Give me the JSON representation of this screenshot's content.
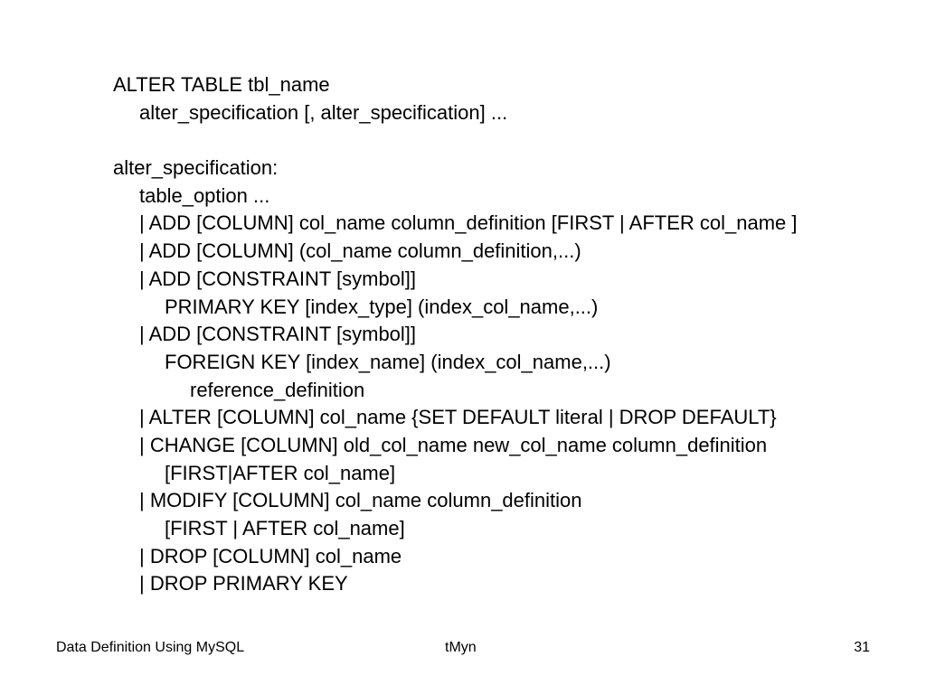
{
  "slide": {
    "lines": [
      "ALTER TABLE tbl_name",
      "alter_specification [, alter_specification] ...",
      "",
      "alter_specification:",
      "table_option ...",
      "| ADD [COLUMN] col_name column_definition [FIRST | AFTER col_name ]",
      "| ADD [COLUMN] (col_name column_definition,...)",
      "| ADD [CONSTRAINT [symbol]]",
      "PRIMARY KEY [index_type] (index_col_name,...)",
      "| ADD [CONSTRAINT [symbol]]",
      "FOREIGN KEY [index_name] (index_col_name,...)",
      "reference_definition",
      "| ALTER [COLUMN] col_name {SET DEFAULT literal | DROP DEFAULT}",
      "| CHANGE [COLUMN] old_col_name new_col_name column_definition",
      "[FIRST|AFTER col_name]",
      "| MODIFY [COLUMN] col_name column_definition",
      "[FIRST | AFTER col_name]",
      "| DROP [COLUMN] col_name",
      "| DROP PRIMARY KEY"
    ]
  },
  "footer": {
    "left": "Data Definition Using MySQL",
    "center": "tMyn",
    "page_number": "31"
  }
}
